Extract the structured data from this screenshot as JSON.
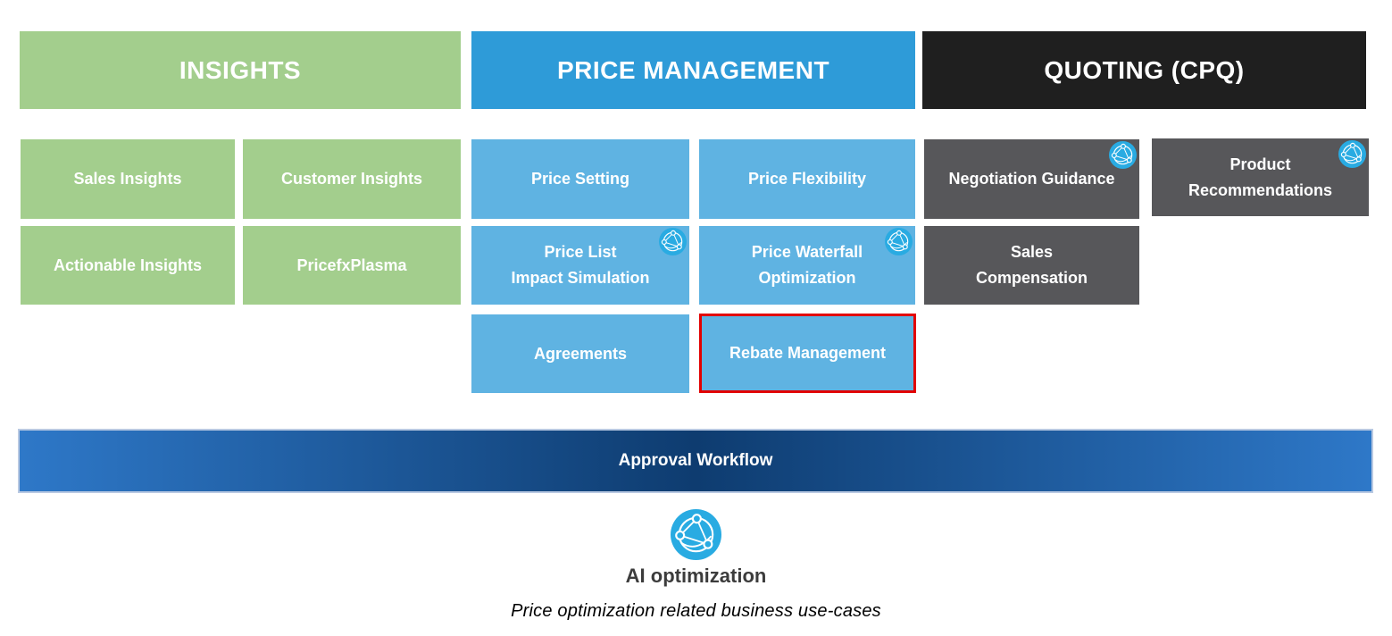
{
  "columns": {
    "insights": {
      "header": "INSIGHTS",
      "tiles": {
        "sales_insights": "Sales Insights",
        "customer_insights": "Customer Insights",
        "actionable_insights": "Actionable Insights",
        "pricefxplasma": "PricefxPlasma"
      }
    },
    "price_management": {
      "header": "PRICE MANAGEMENT",
      "tiles": {
        "price_setting": "Price Setting",
        "price_flexibility": "Price Flexibility",
        "price_list_impact_simulation": "Price List\nImpact Simulation",
        "price_waterfall_optimization": "Price Waterfall\nOptimization",
        "agreements": "Agreements",
        "rebate_management": "Rebate Management"
      }
    },
    "quoting": {
      "header": "QUOTING (CPQ)",
      "tiles": {
        "negotiation_guidance": "Negotiation Guidance",
        "product_recommendations": "Product\nRecommendations",
        "sales_compensation": "Sales\nCompensation"
      }
    }
  },
  "approval_workflow": {
    "label": "Approval Workflow"
  },
  "legend": {
    "ai_icon": "ai-network-globe-icon",
    "ai_label": "AI optimization",
    "caption": "Price optimization related business use-cases"
  },
  "highlighted_tile": "Rebate Management",
  "colors": {
    "insights_green": "#A3CE8D",
    "price_management_header_blue": "#2E9BD8",
    "price_management_tile_blue": "#5FB3E2",
    "quoting_header_black": "#1F1F1F",
    "quoting_tile_gray": "#57575A",
    "highlight_border_red": "#E20000",
    "workflow_gradient_edge": "#2E78C8",
    "workflow_gradient_center": "#0E3C70",
    "ai_icon_blue": "#29ABE2"
  }
}
